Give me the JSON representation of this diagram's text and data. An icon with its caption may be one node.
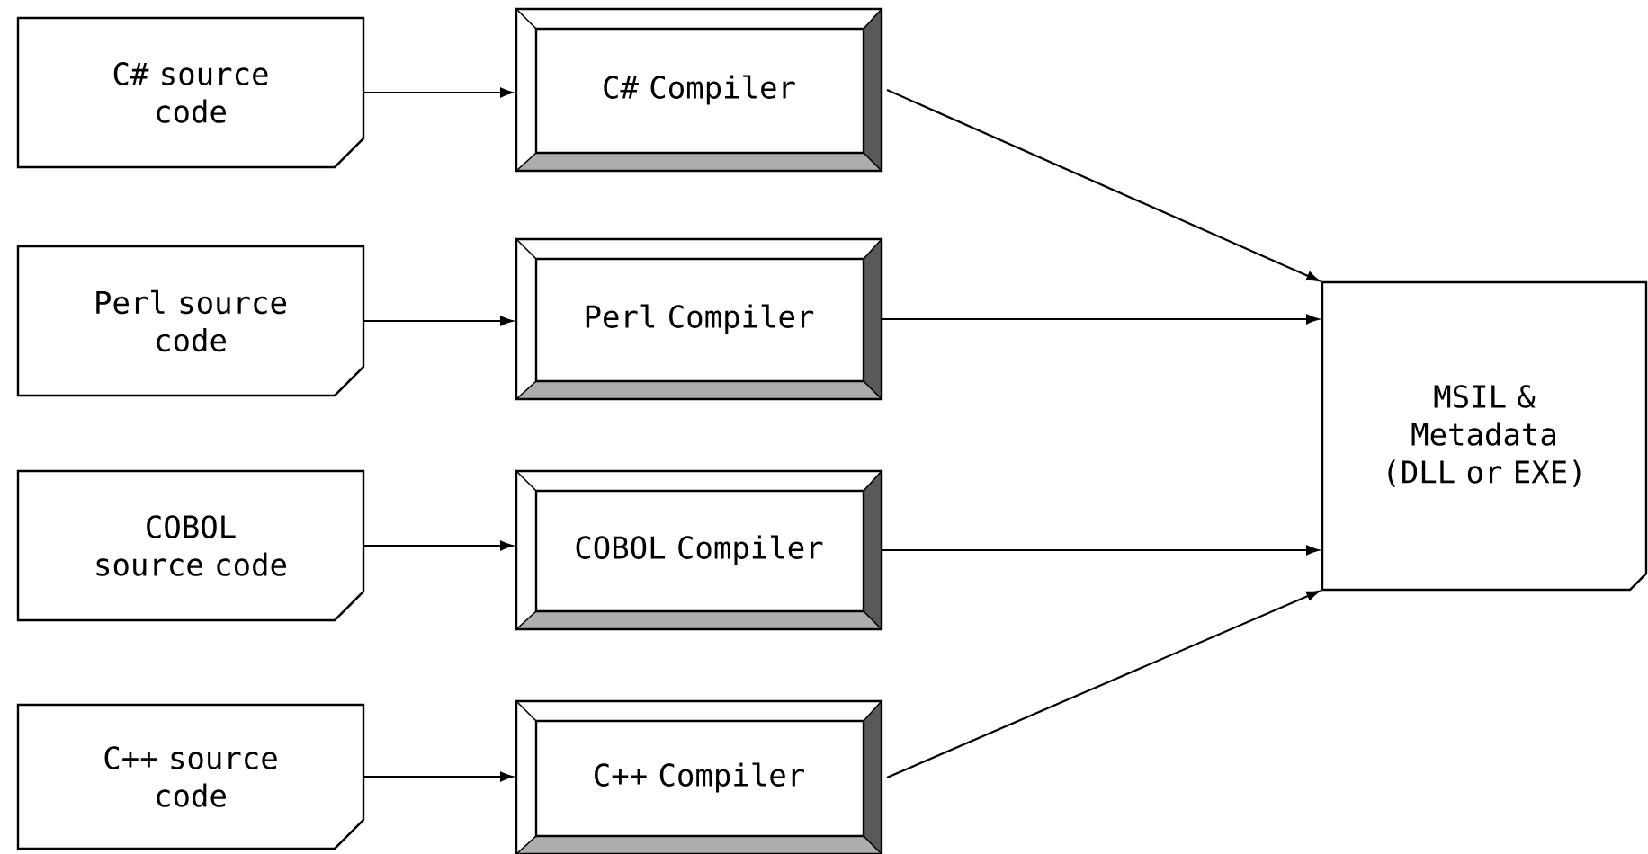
{
  "diagram": {
    "nodes": [
      {
        "text": [
          "C# source code"
        ]
      },
      {
        "text": [
          "C# Compiler"
        ]
      },
      {
        "text": [
          "Perl source code"
        ]
      },
      {
        "text": [
          "Perl Compiler"
        ]
      },
      {
        "text": [
          "COBOL source code"
        ]
      },
      {
        "text": [
          "COBOL Compiler"
        ]
      },
      {
        "text": [
          "C++ source code"
        ]
      },
      {
        "text": [
          "C++ Compiler"
        ]
      },
      {
        "text": [
          "MSIL & Metadata (DLL or EXE)"
        ]
      }
    ],
    "edges": [
      {
        "from": 0,
        "to": 1,
        "arrow": "to"
      },
      {
        "from": 2,
        "to": 3,
        "arrow": "to"
      },
      {
        "from": 4,
        "to": 5,
        "arrow": "to"
      },
      {
        "from": 6,
        "to": 7,
        "arrow": "to"
      },
      {
        "from": 1,
        "to": 8,
        "arrow": "to"
      },
      {
        "from": 3,
        "to": 8,
        "arrow": "to"
      },
      {
        "from": 5,
        "to": 8,
        "arrow": "to"
      },
      {
        "from": 7,
        "to": 8,
        "arrow": "to"
      }
    ]
  }
}
